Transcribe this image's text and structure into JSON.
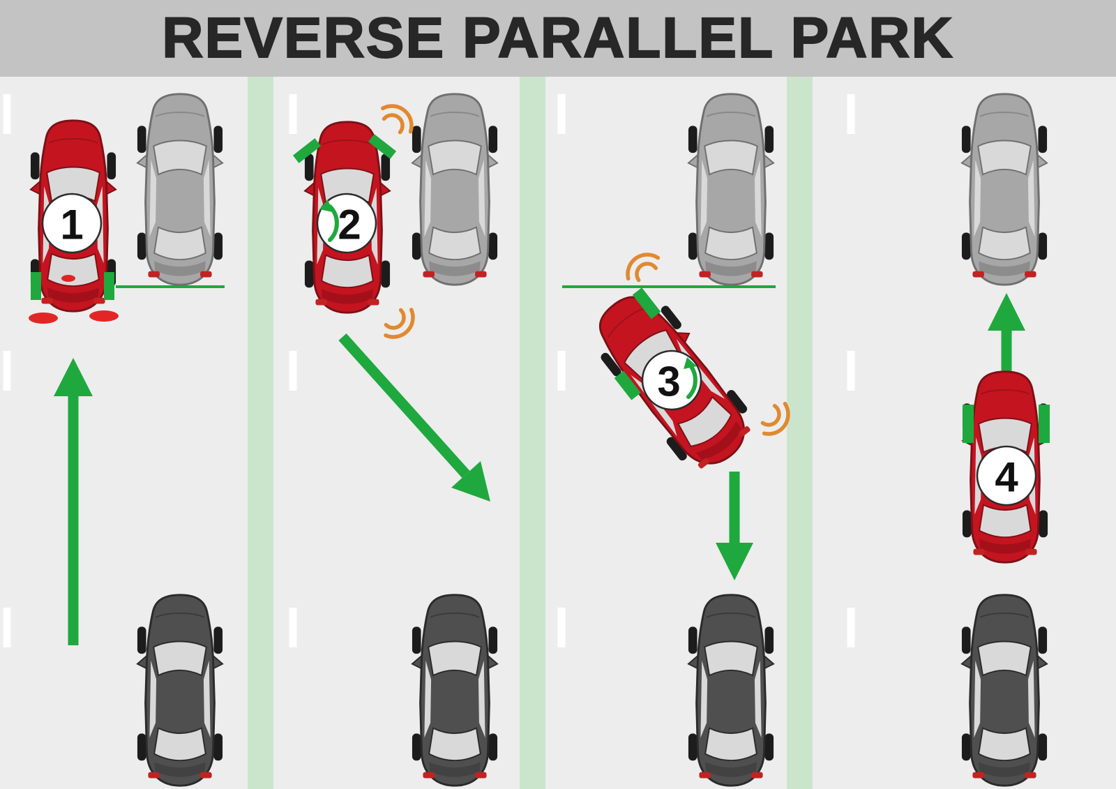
{
  "title": "REVERSE PARALLEL PARK",
  "steps": [
    {
      "number": "1"
    },
    {
      "number": "2"
    },
    {
      "number": "3"
    },
    {
      "number": "4"
    }
  ],
  "colors": {
    "title_bar_bg": "#c3c3c3",
    "title_text": "#272727",
    "road": "#ededed",
    "lane_divider_green": "#cbe5cc",
    "lane_dash_white": "#ffffff",
    "action_green": "#1fa83e",
    "sensor_orange": "#e1892f",
    "ego_car_red": "#c41420",
    "parked_car_gray": "#a7a7a7",
    "parked_car_dark": "#4f4f4f",
    "badge_bg": "#ffffff",
    "badge_number": "#111111",
    "brake_light_red": "#e01010"
  },
  "icons": {
    "ego_car": "red-car-top-view",
    "parked_car_front": "gray-car-top-view",
    "parked_car_rear": "dark-gray-car-top-view",
    "movement_arrow": "green-direction-arrow",
    "steering_arrow": "curved-green-arrow",
    "parking_sensor": "orange-signal-arcs",
    "alignment_marker": "green-rectangle",
    "reference_line": "green-reference-line"
  }
}
